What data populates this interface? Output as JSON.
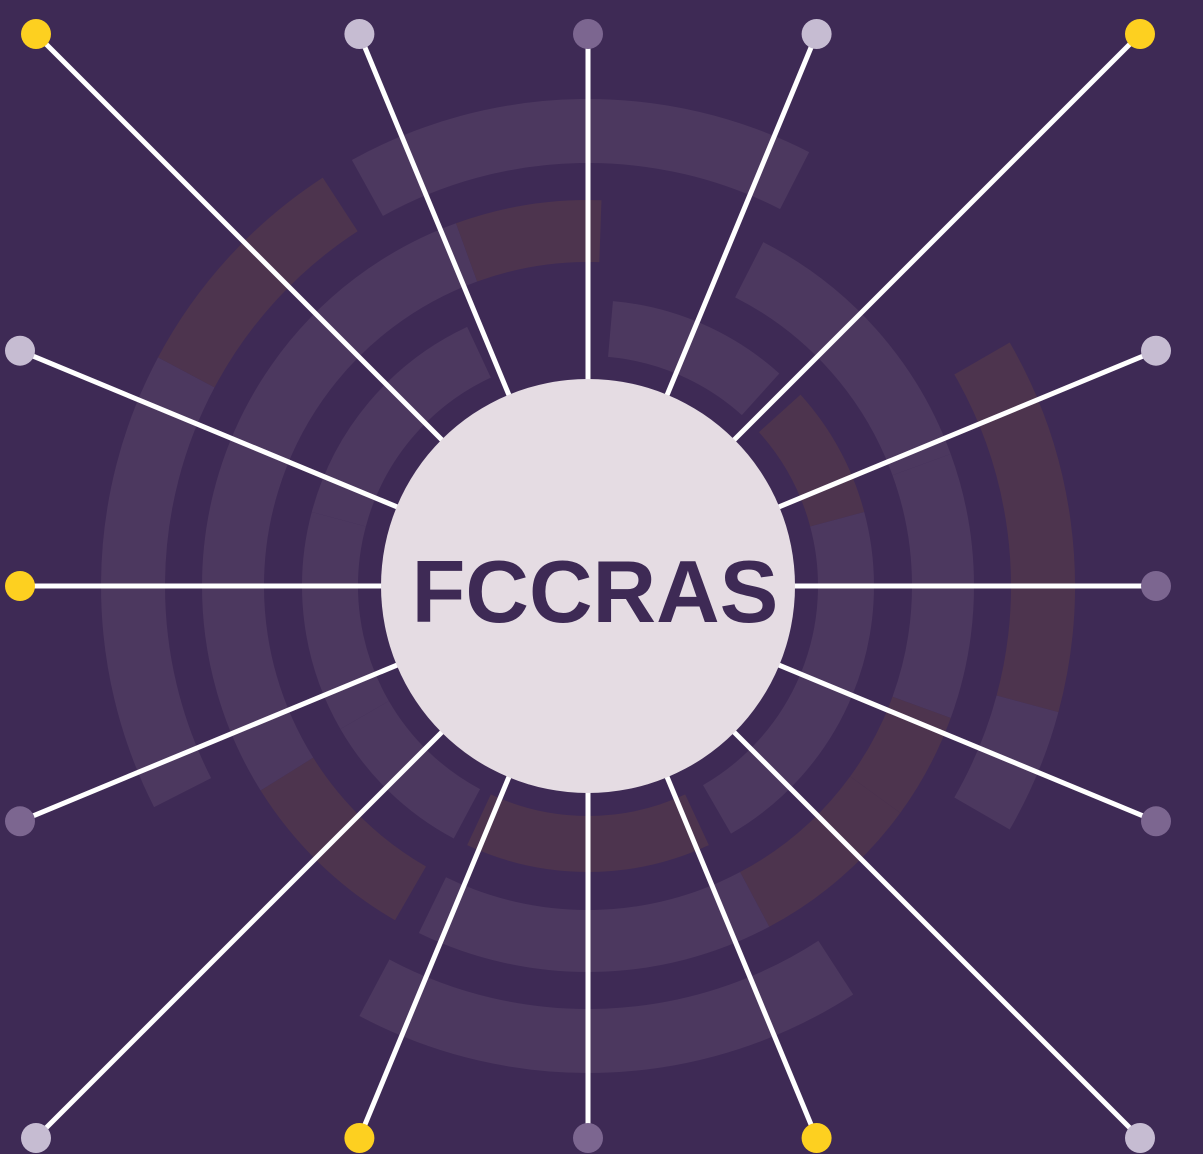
{
  "logo": {
    "wordmark": "FCCRAS",
    "colors": {
      "background": "#3e2a55",
      "center_disc": "#e5dce3",
      "wordmark": "#3e2a55",
      "spoke_line": "#ffffff",
      "node_yellow": "#fdd020",
      "node_light": "#c6bcd2",
      "node_dark": "#7c6690",
      "ring_purple": "#4c385f",
      "ring_brown": "#4d344e"
    },
    "spoke_node_colors": [
      "dark",
      "light",
      "yellow",
      "light",
      "dark",
      "dark",
      "light",
      "yellow",
      "dark",
      "yellow",
      "light",
      "dark",
      "yellow",
      "light",
      "yellow",
      "light"
    ]
  }
}
